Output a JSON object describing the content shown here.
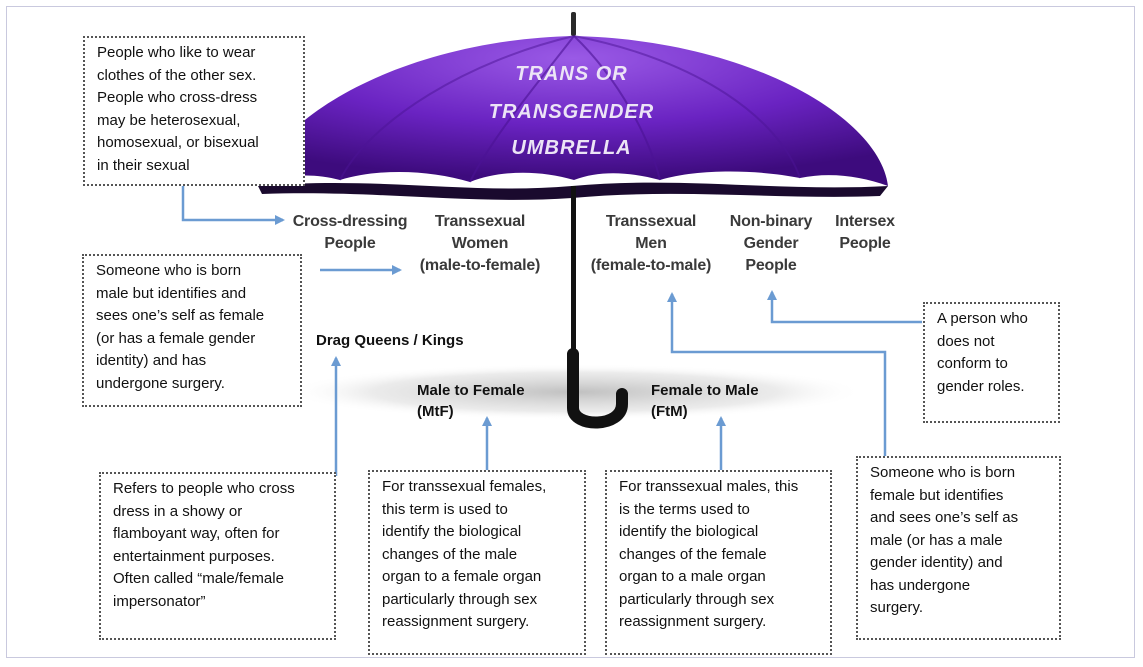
{
  "title_lines": [
    "TRANS OR",
    "TRANSGENDER",
    "UMBRELLA"
  ],
  "umbrella_labels": [
    {
      "id": "cross-dressing",
      "lines": [
        "Cross-dressing",
        "People"
      ]
    },
    {
      "id": "transsexual-women",
      "lines": [
        "Transsexual",
        "Women",
        "(male-to-female)"
      ]
    },
    {
      "id": "transsexual-men",
      "lines": [
        "Transsexual",
        "Men",
        "(female-to-male)"
      ]
    },
    {
      "id": "non-binary",
      "lines": [
        "Non-binary",
        "Gender",
        "People"
      ]
    },
    {
      "id": "intersex",
      "lines": [
        "Intersex",
        "People"
      ]
    }
  ],
  "terms": {
    "drag": "Drag Queens / Kings",
    "mtf": [
      "Male to Female",
      "(MtF)"
    ],
    "ftm": [
      "Female to Male",
      "(FtM)"
    ]
  },
  "boxes": {
    "cross_dressing": [
      "People who like to wear",
      "clothes of the other sex.",
      "People who cross-dress",
      "may be heterosexual,",
      "homosexual, or bisexual",
      "in their sexual"
    ],
    "trans_women": [
      "Someone who is born",
      "male but identifies and",
      "sees one’s self as female",
      "(or has a female gender",
      "identity) and has",
      "undergone surgery."
    ],
    "drag": [
      "Refers to people who cross",
      "dress in a showy or",
      "flamboyant way, often for",
      "entertainment purposes.",
      "Often called “male/female",
      "impersonator”"
    ],
    "mtf": [
      "For transsexual females,",
      "this term is used to",
      "identify the biological",
      "changes of the male",
      "organ to a female organ",
      "particularly through sex",
      "reassignment surgery."
    ],
    "ftm": [
      "For transsexual males, this",
      "is the terms used to",
      "identify the biological",
      "changes of the female",
      "organ to a male organ",
      "particularly through sex",
      "reassignment surgery."
    ],
    "non_binary": [
      "A person who",
      "does not",
      "conform to",
      "gender roles."
    ],
    "trans_men": [
      "Someone who is born",
      "female but identifies",
      "and sees one’s self as",
      "male (or has a male",
      "gender identity) and",
      "has undergone",
      "surgery."
    ]
  },
  "colors": {
    "canopy_dark": "#3d0b7d",
    "canopy_mid": "#6a23c2",
    "canopy_light": "#8e4ae0",
    "handle": "#111111",
    "arrow": "#6b9bd2"
  }
}
